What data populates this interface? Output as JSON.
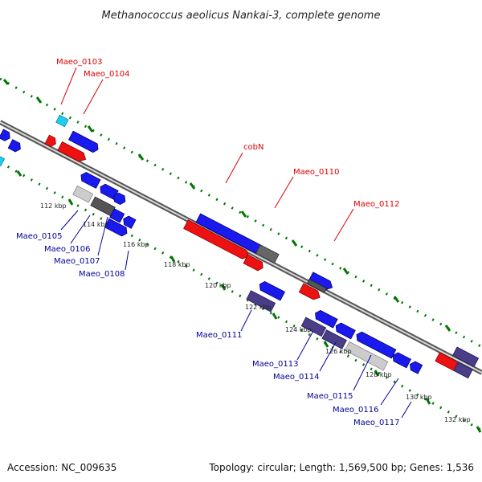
{
  "title": "Methanococcus aeolicus Nankai-3, complete genome",
  "footer": {
    "accession": "Accession: NC_009635",
    "summary": "Topology: circular; Length: 1,569,500 bp; Genes: 1,536"
  },
  "colors": {
    "forward_label": "#dd0000",
    "reverse_label": "#000099",
    "backbone": "#888888",
    "tick_dots": "#007700"
  },
  "forward_labels": [
    "Maeo_0103",
    "Maeo_0104",
    "cobN",
    "Maeo_0110",
    "Maeo_0112"
  ],
  "reverse_labels": [
    "Maeo_0105",
    "Maeo_0106",
    "Maeo_0107",
    "Maeo_0108",
    "Maeo_0111",
    "Maeo_0113",
    "Maeo_0114",
    "Maeo_0115",
    "Maeo_0116",
    "Maeo_0117"
  ],
  "ticks": [
    "112 kbp",
    "114 kbp",
    "116 kbp",
    "118 kbp",
    "120 kbp",
    "122 kbp",
    "124 kbp",
    "126 kbp",
    "128 kbp",
    "130 kbp",
    "132 kbp"
  ]
}
